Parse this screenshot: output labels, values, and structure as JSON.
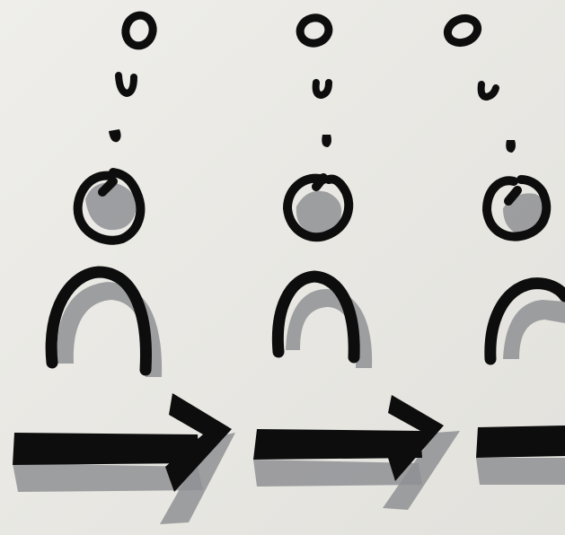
{
  "illustration": {
    "figures": [
      {
        "name": "person-1",
        "has_thought_bubble": true
      },
      {
        "name": "person-2",
        "has_thought_bubble": true
      },
      {
        "name": "person-3",
        "has_thought_bubble": true
      }
    ],
    "arrows": [
      {
        "name": "arrow-1",
        "direction": "right"
      },
      {
        "name": "arrow-2",
        "direction": "right"
      },
      {
        "name": "arrow-3",
        "direction": "right"
      }
    ],
    "colors": {
      "paper": "#e9e8e4",
      "ink": "#0d0d0d",
      "marker_shadow": "#8f9094"
    }
  }
}
